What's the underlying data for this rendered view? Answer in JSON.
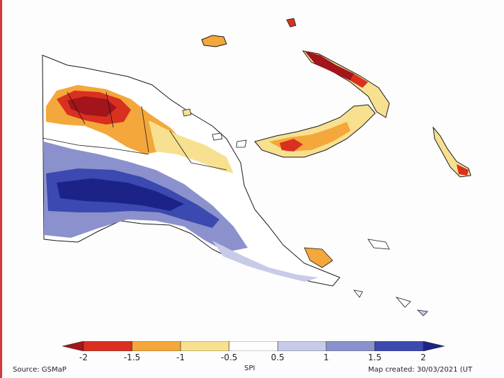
{
  "map": {
    "region": "Papua New Guinea",
    "colors": {
      "extreme_dry": "#a3141b",
      "very_dry": "#d93020",
      "dry": "#f4a73a",
      "slightly_dry": "#f7e08f",
      "normal": "#ffffff",
      "slightly_wet": "#c8cbe8",
      "wet": "#8b91cc",
      "very_wet": "#3b49b0",
      "extreme_wet": "#1b2389",
      "border": "#1a1a1a"
    }
  },
  "legend": {
    "axis_label": "SPI",
    "ticks": [
      "-2",
      "-1.5",
      "-1",
      "-0.5",
      "0.5",
      "1",
      "1.5",
      "2"
    ],
    "segments": [
      {
        "range": "< -2",
        "color": "#a3141b"
      },
      {
        "range": "-2 to -1.5",
        "color": "#d93020"
      },
      {
        "range": "-1.5 to -1",
        "color": "#f4a73a"
      },
      {
        "range": "-1 to -0.5",
        "color": "#f7e08f"
      },
      {
        "range": "-0.5 to 0.5",
        "color": "#ffffff"
      },
      {
        "range": "0.5 to 1",
        "color": "#c8cbe8"
      },
      {
        "range": "1 to 1.5",
        "color": "#8b91cc"
      },
      {
        "range": "1.5 to 2",
        "color": "#3b49b0"
      },
      {
        "range": "> 2",
        "color": "#1b2389"
      }
    ]
  },
  "footer": {
    "source": "Source: GSMaP",
    "created": "Map created: 30/03/2021 (UT"
  }
}
